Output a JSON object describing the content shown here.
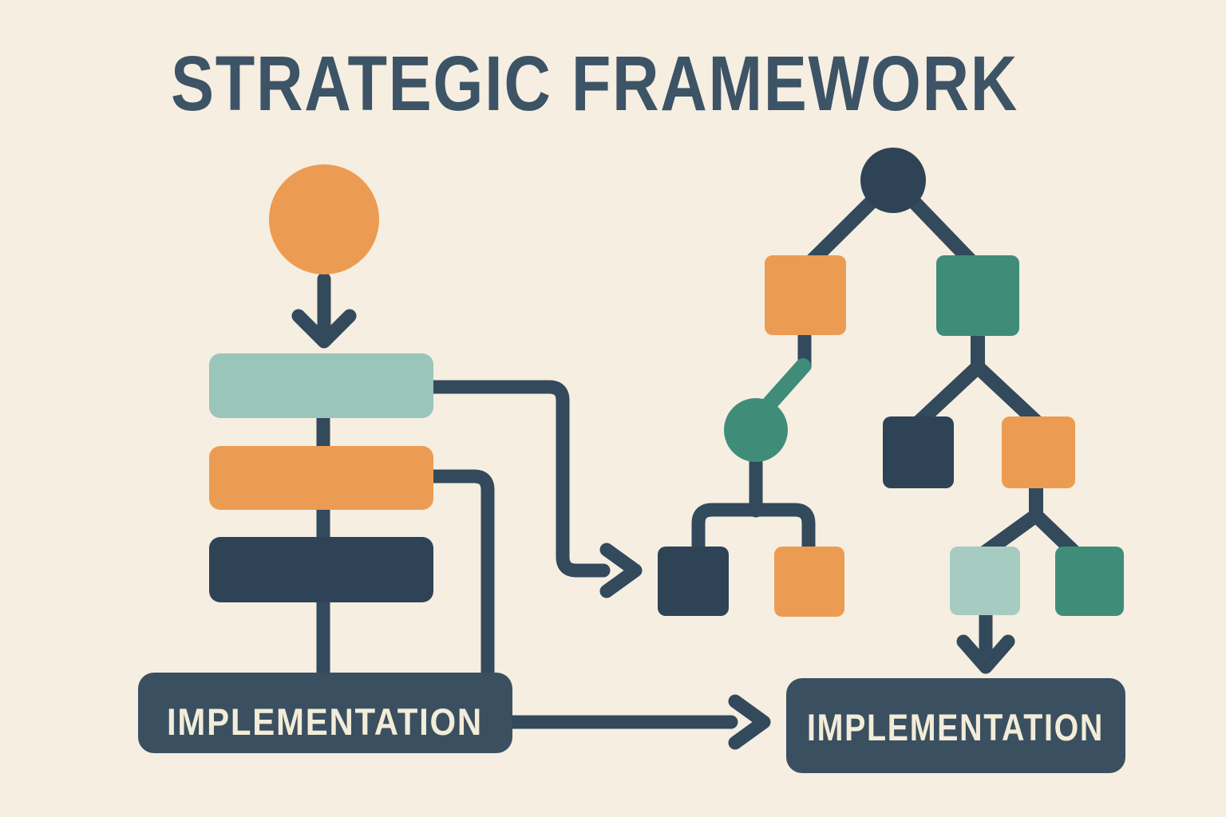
{
  "title": "STRATEGIC FRAMEWORK",
  "palette": {
    "bg": "#f5eee1",
    "ink": "#33495c",
    "ink-dark": "#2e4356",
    "box": "#3a5060",
    "orange": "#ec9c52",
    "teal-light": "#9ac5ba",
    "teal-lighter": "#a6ccc2",
    "green": "#3f8d78",
    "cream": "#f3ecd9",
    "title-ink": "#3d5366"
  },
  "left_flow": {
    "start_node": "orange-circle",
    "stages": [
      {
        "shape": "rounded-rect",
        "color": "teal-light"
      },
      {
        "shape": "rounded-rect",
        "color": "orange"
      },
      {
        "shape": "rounded-rect",
        "color": "ink-dark"
      }
    ],
    "implementation_label": "IMPLEMENTATION"
  },
  "right_tree": {
    "root_node": "dark-circle",
    "level1": [
      {
        "shape": "square",
        "color": "orange"
      },
      {
        "shape": "square",
        "color": "green"
      }
    ],
    "left_branch": {
      "hub": "green-circle",
      "children": [
        {
          "shape": "square",
          "color": "ink-dark"
        },
        {
          "shape": "square",
          "color": "orange"
        }
      ]
    },
    "right_branch": {
      "level2": [
        {
          "shape": "square",
          "color": "ink-dark"
        },
        {
          "shape": "square",
          "color": "orange"
        }
      ],
      "level3": [
        {
          "shape": "square",
          "color": "teal-lighter"
        },
        {
          "shape": "square",
          "color": "green"
        }
      ]
    },
    "implementation_label": "IMPLEMENTATION"
  }
}
